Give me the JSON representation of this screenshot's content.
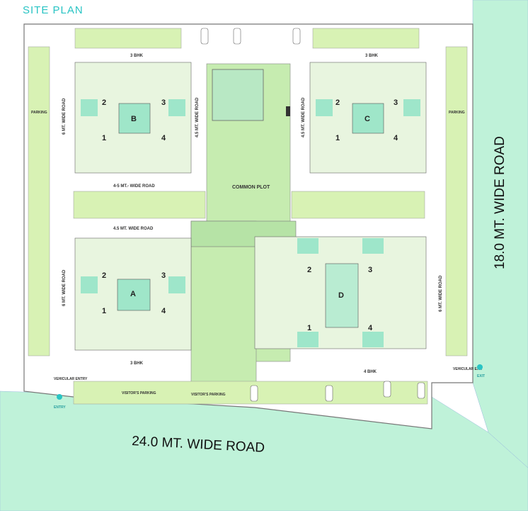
{
  "title": "SITE PLAN",
  "roads": {
    "bottom": "24.0 MT. WIDE ROAD",
    "right": "18.0 MT. WIDE ROAD",
    "left_6m": "6 MT. WIDE ROAD",
    "inner_4_5m": "4.5 MT. WIDE ROAD",
    "inner_4_5m_alt": "4-5 MT.- WIDE ROAD"
  },
  "common_plot": "COMMON PLOT",
  "bhk": {
    "three": "3 BHK",
    "four": "4 BHK"
  },
  "towers": {
    "A": {
      "letter": "A",
      "units": [
        "1",
        "2",
        "3",
        "4"
      ]
    },
    "B": {
      "letter": "B",
      "units": [
        "1",
        "2",
        "3",
        "4"
      ]
    },
    "C": {
      "letter": "C",
      "units": [
        "1",
        "2",
        "3",
        "4"
      ]
    },
    "D": {
      "letter": "D",
      "units": [
        "1",
        "2",
        "3",
        "4"
      ]
    }
  },
  "parking": "PARKING",
  "visitors_parking": "VISITOR'S PARKING",
  "entry": "ENTRY",
  "exit": "EXIT",
  "vehicular_entry": "VEHICULAR ENTRY",
  "vehicular_exit": "VEHICULAR EXIT",
  "colors": {
    "green_light": "#d8f2b4",
    "green_area": "#c6ecb0",
    "teal": "#7fe0c0",
    "road": "#bdf2d8",
    "title": "#29c4c4"
  }
}
